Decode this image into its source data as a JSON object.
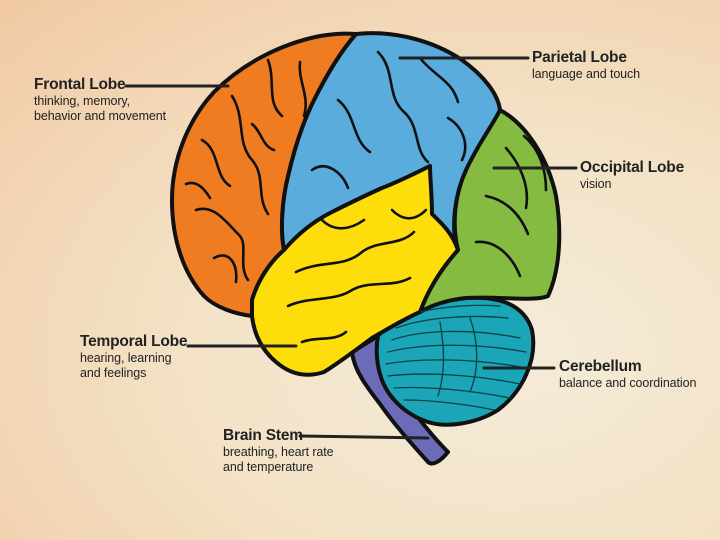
{
  "colors": {
    "frontal": "#f07c22",
    "parietal": "#5aacdc",
    "occipital": "#86bb41",
    "temporal": "#fede0a",
    "cerebellum": "#1aa6b6",
    "brain_stem": "#6b6bb8",
    "outline": "#111111"
  },
  "lobes": [
    {
      "id": "frontal",
      "title": "Frontal Lobe",
      "lines": [
        "thinking, memory,",
        "behavior and movement"
      ]
    },
    {
      "id": "parietal",
      "title": "Parietal Lobe",
      "lines": [
        "language and touch"
      ]
    },
    {
      "id": "occipital",
      "title": "Occipital Lobe",
      "lines": [
        "vision"
      ]
    },
    {
      "id": "temporal",
      "title": "Temporal Lobe",
      "lines": [
        "hearing, learning",
        "and feelings"
      ]
    },
    {
      "id": "cerebellum",
      "title": "Cerebellum",
      "lines": [
        "balance and coordination"
      ]
    },
    {
      "id": "brain_stem",
      "title": "Brain Stem",
      "lines": [
        "breathing, heart rate",
        "and temperature"
      ]
    }
  ]
}
